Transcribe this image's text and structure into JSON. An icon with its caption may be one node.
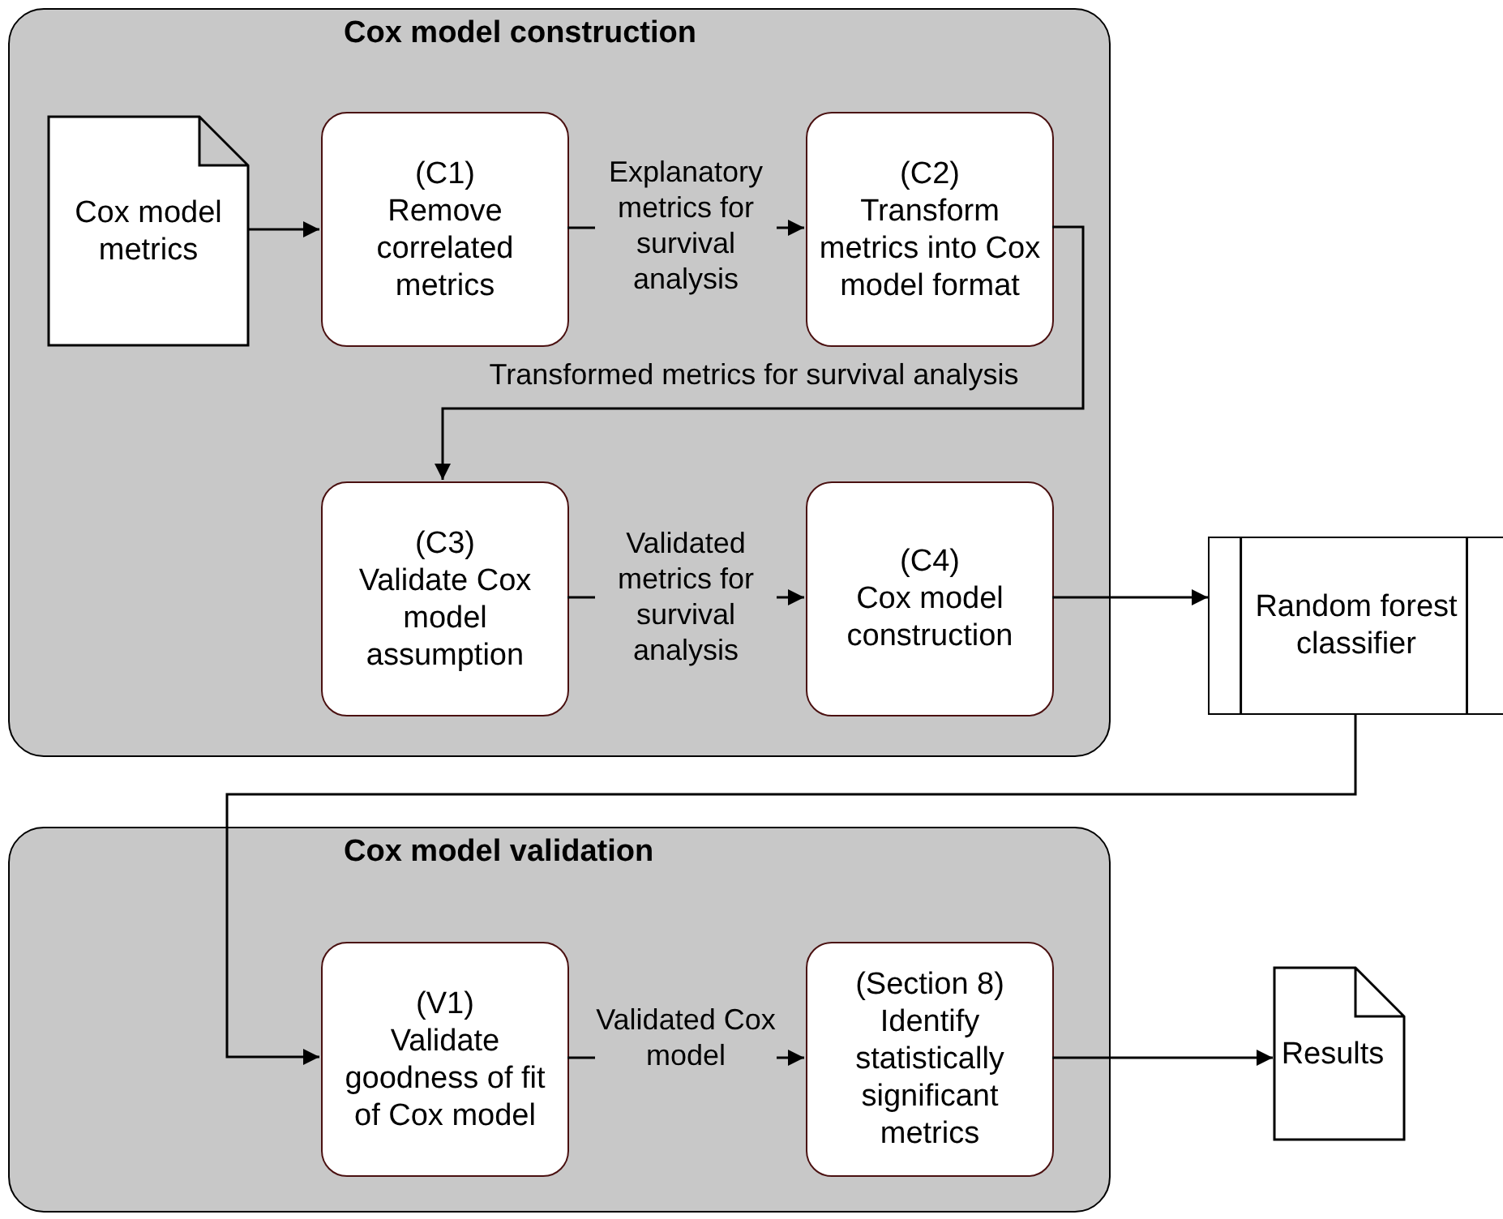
{
  "diagram": {
    "nodes": [
      {
        "text": [
          "Cox model construction"
        ]
      },
      {
        "text": [
          "Cox model metrics"
        ],
        "in": 0
      },
      {
        "text": [
          "(C1)",
          "Remove correlated metrics"
        ],
        "in": 0
      },
      {
        "text": [
          "(C2)",
          "Transform metrics into Cox model format"
        ],
        "in": 0
      },
      {
        "text": [
          "(C3)",
          "Validate Cox model assumption"
        ],
        "in": 0
      },
      {
        "text": [
          "(C4)",
          "Cox model construction"
        ],
        "in": 0
      },
      {
        "text": [
          "Random forest classifier"
        ]
      },
      {
        "text": [
          "Cox model validation"
        ]
      },
      {
        "text": [
          "(V1)",
          "Validate goodness of fit of Cox model"
        ],
        "in": 7
      },
      {
        "text": [
          "(Section 8)",
          "Identify statistically significant metrics"
        ],
        "in": 7
      },
      {
        "text": [
          "Results"
        ]
      }
    ],
    "edges": [
      {
        "from": 1,
        "to": 2,
        "arrow": "to"
      },
      {
        "from": 2,
        "to": 3,
        "arrow": "to",
        "label": "Explanatory metrics for survival analysis"
      },
      {
        "from": 3,
        "to": 4,
        "arrow": "to",
        "label": "Transformed metrics for survival analysis"
      },
      {
        "from": 4,
        "to": 5,
        "arrow": "to",
        "label": "Validated metrics for survival analysis"
      },
      {
        "from": 5,
        "to": 6,
        "arrow": "to"
      },
      {
        "from": 6,
        "to": 8,
        "arrow": "to"
      },
      {
        "from": 8,
        "to": 9,
        "arrow": "to",
        "label": "Validated Cox model"
      },
      {
        "from": 9,
        "to": 10,
        "arrow": "to"
      }
    ]
  }
}
